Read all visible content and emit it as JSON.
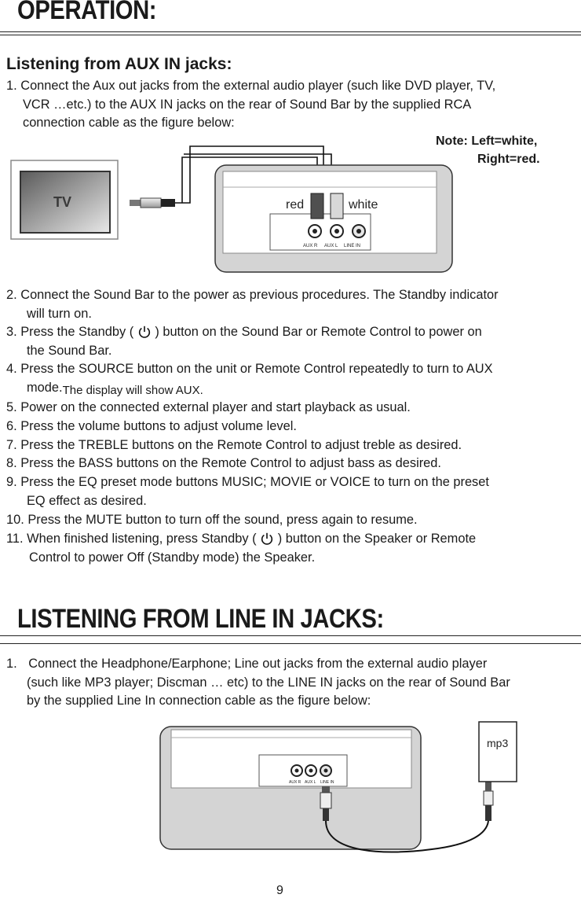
{
  "header": {
    "title": "OPERATION:"
  },
  "aux_section": {
    "heading": "Listening from AUX IN jacks:",
    "steps": [
      {
        "num": "1.",
        "lines": [
          "Connect the Aux out jacks from the external audio player (such like DVD player, TV,",
          "VCR …etc.) to the AUX IN jacks on the rear of Sound Bar by the supplied RCA",
          "connection cable as the figure below:"
        ]
      },
      {
        "num": "2.",
        "lines": [
          "Connect the Sound Bar to the power as previous procedures. The Standby indicator",
          "will turn on."
        ]
      },
      {
        "num": "3.",
        "a": "Press the Standby (",
        "b": ") button on the Sound Bar or Remote Control to power on",
        "line2": "the Sound Bar."
      },
      {
        "num": "4.",
        "line1": "Press the SOURCE button on the unit or Remote Control repeatedly to turn to AUX",
        "line2a": "mode.",
        "line2b": "The display will show AUX."
      },
      {
        "num": "5.",
        "text": "Power on the connected external player and start playback as usual."
      },
      {
        "num": "6.",
        "text": "Press the volume buttons to adjust volume level."
      },
      {
        "num": "7.",
        "text": "Press the TREBLE buttons on the Remote Control to adjust treble as desired."
      },
      {
        "num": "8.",
        "text": "Press the BASS buttons on the Remote Control to adjust bass as desired."
      },
      {
        "num": "9.",
        "lines": [
          "Press the EQ preset mode buttons MUSIC; MOVIE or VOICE to turn on the preset",
          "EQ effect as desired."
        ]
      },
      {
        "num": "10.",
        "text": "Press the MUTE button to turn off the sound, press again to resume."
      },
      {
        "num": "11.",
        "a": "When finished listening, press Standby (",
        "b": ") button on the Speaker or Remote",
        "line2": "Control to power Off (Standby mode) the Speaker."
      }
    ],
    "note": {
      "line1": "Note: Left=white,",
      "line2": "Right=red."
    },
    "figure": {
      "tv_label": "TV",
      "red_label": "red",
      "white_label": "white",
      "jack_labels": [
        "AUX R",
        "AUX L",
        "LINE IN"
      ],
      "red_color": "#505050",
      "white_color": "#d8d8d8"
    }
  },
  "line_in_section": {
    "title": "LISTENING FROM LINE IN JACKS:",
    "steps": [
      {
        "num": "1.",
        "lines": [
          "Connect the Headphone/Earphone;  Line out jacks from the external audio player",
          "(such like MP3 player; Discman … etc) to the LINE IN jacks on the rear of Sound Bar",
          "by the supplied Line In connection cable as the figure below:"
        ]
      }
    ],
    "figure": {
      "mp3_label": "mp3",
      "jack_labels": [
        "AUX R",
        "AUX L",
        "LINE IN"
      ]
    }
  },
  "footer": {
    "page_number": "9"
  }
}
